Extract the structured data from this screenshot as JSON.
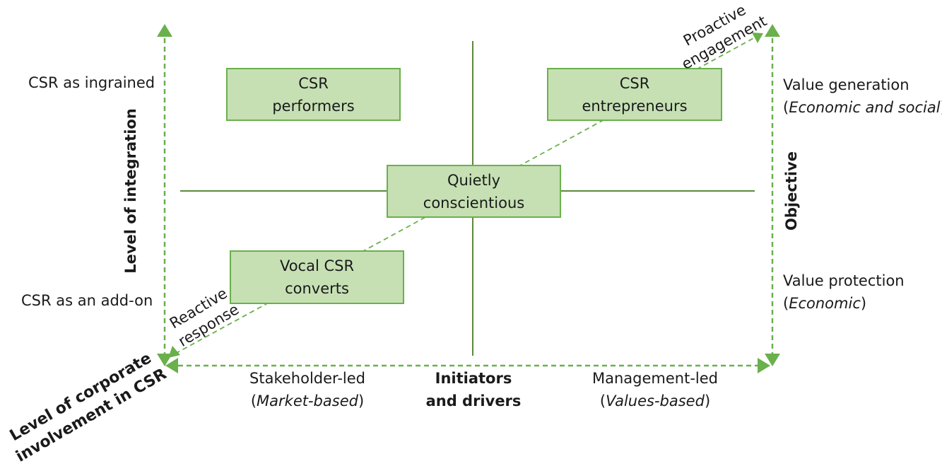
{
  "colors": {
    "accent": "#6ab04c",
    "box_fill": "#c6e0b4",
    "line": "#5a8a3c",
    "text": "#1a1a1a"
  },
  "boxes": {
    "performers": [
      "CSR",
      "performers"
    ],
    "entrepreneurs": [
      "CSR",
      "entrepreneurs"
    ],
    "quietly": [
      "Quietly",
      "conscientious"
    ],
    "vocal": [
      "Vocal CSR",
      "converts"
    ]
  },
  "left_axis": {
    "title": "Level of integration",
    "top_label": "CSR as ingrained",
    "bottom_label": "CSR as an add-on"
  },
  "right_axis": {
    "title": "Objective",
    "top_label": "Value generation",
    "top_sub": "Economic and social",
    "bottom_label": "Value protection",
    "bottom_sub": "Economic"
  },
  "bottom_axis": {
    "title_line1": "Initiators",
    "title_line2": "and drivers",
    "left_label": "Stakeholder-led",
    "left_sub": "Market-based",
    "right_label": "Management-led",
    "right_sub": "Values-based"
  },
  "diagonal": {
    "title_line1": "Level of corporate",
    "title_line2": "involvement in CSR",
    "reactive_line1": "Reactive",
    "reactive_line2": "response",
    "proactive_line1": "Proactive",
    "proactive_line2": "engagement"
  }
}
